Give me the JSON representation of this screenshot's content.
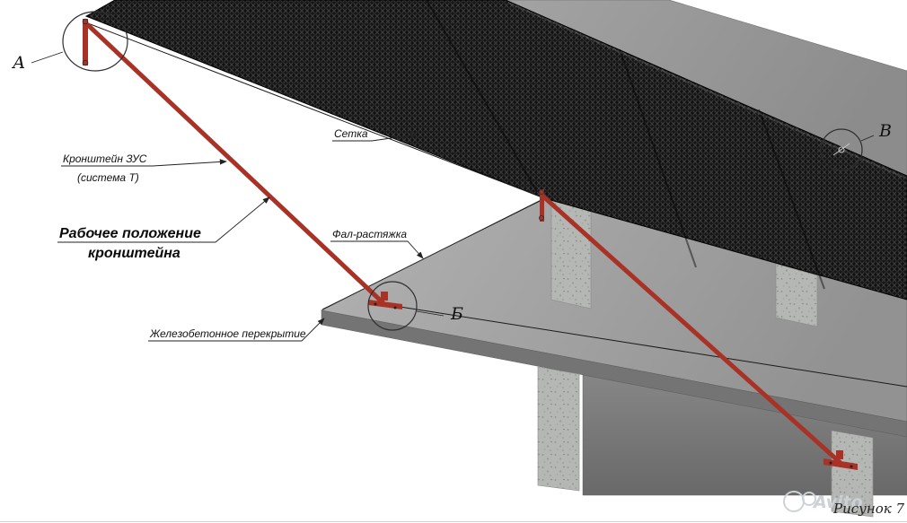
{
  "figure": {
    "caption": "Рисунок 7",
    "watermark": "Avito"
  },
  "callouts": {
    "detail_a": "А",
    "detail_b": "Б",
    "detail_v": "В",
    "bracket_line1": "Кронштейн ЗУС",
    "bracket_line2": "(система Т)",
    "working_line1": "Рабочее положение",
    "working_line2": "кронштейна",
    "net": "Сетка",
    "guy": "Фал-растяжка",
    "slab": "Железобетонное перекрытие"
  },
  "colors": {
    "bracket_red": "#a93226",
    "mesh_dark": "#1a1a1a",
    "concrete_top": "#a6a6a6",
    "concrete_front": "#747474",
    "concrete_underside": "#6e6e6e",
    "column_concrete": "#b4b7b3"
  }
}
